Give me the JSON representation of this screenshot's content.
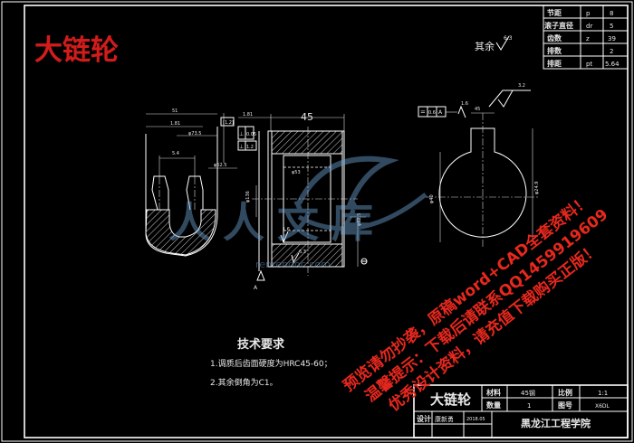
{
  "title": "大链轮",
  "params_table": [
    {
      "name": "节距",
      "symbol": "p",
      "value": "8"
    },
    {
      "name": "滚子直径",
      "symbol": "dr",
      "value": "5"
    },
    {
      "name": "齿数",
      "symbol": "z",
      "value": "39"
    },
    {
      "name": "排数",
      "symbol": "",
      "value": "2"
    },
    {
      "name": "排距",
      "symbol": "pt",
      "value": "5.64"
    }
  ],
  "roughness_other": "其余",
  "roughness_values": [
    "6.3",
    "3.2",
    "1.6",
    "3.2",
    "1.6",
    "6.3"
  ],
  "dimensions": {
    "width": "45",
    "left_dims": [
      "51",
      "1.81",
      "φ73.5",
      "5.4",
      "φ62.5"
    ],
    "tol_frame_1": [
      "⊥",
      "0.05",
      "A"
    ],
    "tol_frame_2": [
      "=",
      "0.6",
      "A"
    ],
    "tol_frame_3": "[1.2]",
    "tol_frame_4": [
      "⊥",
      "1.2",
      "A"
    ],
    "vertical_dims": [
      "φ136",
      "φ53",
      "φ40",
      "φ62.5",
      "φ24.9"
    ]
  },
  "datum": "A",
  "watermark": {
    "brand": "人人文库",
    "url": "renrendoc.com",
    "lines": [
      "预览请勿抄袭，原稿word+CAD全套资料！",
      "温馨提示：下载后请联系QQ1459919609",
      "优秀设计资料，请充值下载购买正版！"
    ]
  },
  "tech_req": {
    "title": "技术要求",
    "items": [
      "1.调质后齿面硬度为HRC45-60；",
      "2.其余倒角为C1。"
    ]
  },
  "title_block": {
    "part_name": "大链轮",
    "material_label": "材料",
    "material": "45钢",
    "scale_label": "比例",
    "scale": "1:1",
    "qty_label": "数量",
    "qty": "1",
    "drawing_no_label": "图号",
    "drawing_no": "X6DL",
    "designer_label": "设计",
    "designer": "康新勇",
    "date": "2018.05",
    "school": "黑龙江工程学院"
  }
}
